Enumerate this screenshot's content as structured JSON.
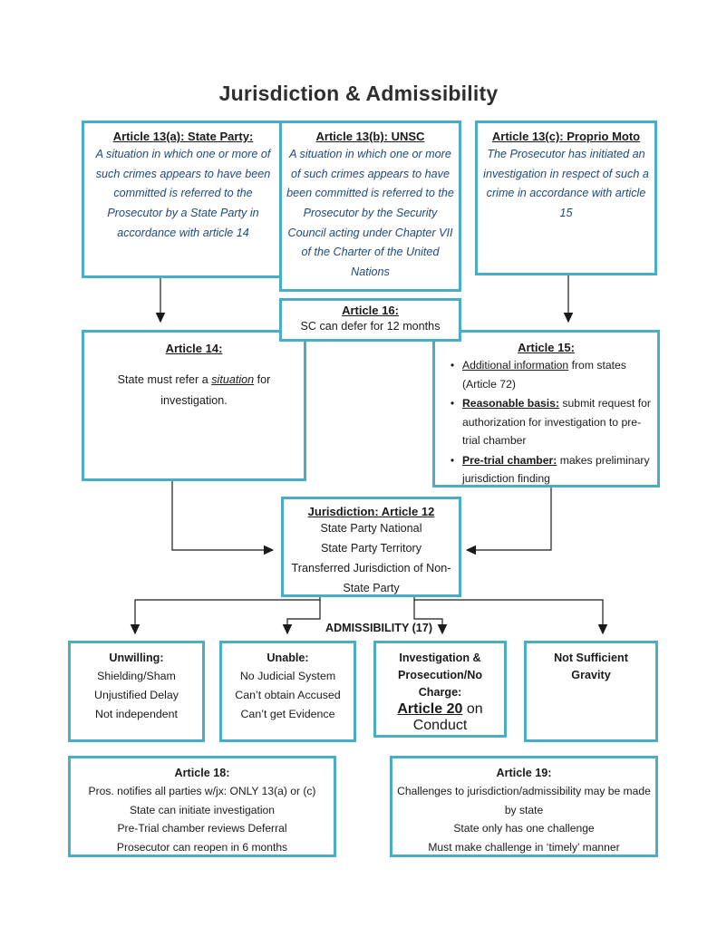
{
  "title": "Jurisdiction & Admissibility",
  "colors": {
    "accent_teal": "#4bacc6",
    "body_blue": "#1f497d",
    "line_black": "#1a1a1a"
  },
  "boxes": {
    "art13a": {
      "heading": "Article 13(a): State Party:",
      "body": "A situation in which one or more of such crimes appears to have been committed is referred to the Prosecutor by a State Party in accordance with article 14"
    },
    "art13b": {
      "heading": "Article 13(b): UNSC",
      "body": "A situation in which one or more of such crimes appears to have been committed is referred to the Prosecutor by the Security Council acting under Chapter VII of the Charter of the United Nations"
    },
    "art13c": {
      "heading": "Article 13(c): Proprio Moto",
      "body": "The  Prosecutor has initiated an investigation in respect  of such a crime in accordance with article 15"
    },
    "art16": {
      "heading": "Article 16:",
      "body": "SC can defer for 12 months"
    },
    "art14": {
      "heading": "Article 14:",
      "body_prefix": "State must refer a ",
      "body_emph": "situation",
      "body_suffix": " for investigation."
    },
    "art15": {
      "heading": "Article 15:",
      "bullets": [
        {
          "lead": "Additional information",
          "rest": " from states (Article 72)"
        },
        {
          "lead": "Reasonable basis:",
          "rest": " submit request for authorization for investigation to pre-trial chamber"
        },
        {
          "lead": "Pre-trial chamber:",
          "rest": " makes preliminary jurisdiction finding"
        }
      ]
    },
    "art12": {
      "heading": "Jurisdiction: Article 12",
      "lines": [
        "State Party National",
        "State Party Territory",
        "Transferred Jurisdiction of Non-State Party"
      ]
    },
    "admissibility_label": "ADMISSIBILITY (17)",
    "unwilling": {
      "heading": "Unwilling:",
      "lines": [
        "Shielding/Sham",
        "Unjustified Delay",
        "Not independent"
      ]
    },
    "unable": {
      "heading": "Unable:",
      "lines": [
        "No Judicial System",
        "Can’t obtain Accused",
        "Can’t get Evidence"
      ]
    },
    "inv_pros": {
      "heading": "Investigation & Prosecution/No Charge:",
      "link_text": "Article 20",
      "rest": " on Conduct"
    },
    "gravity": {
      "heading": "Not Sufficient Gravity"
    },
    "art18": {
      "heading": "Article 18:",
      "lines": [
        "Pros. notifies all parties w/jx: ONLY 13(a) or (c)",
        "State can initiate investigation",
        "Pre-Trial chamber reviews Deferral",
        "Prosecutor can reopen in 6 months"
      ]
    },
    "art19": {
      "heading": "Article 19:",
      "lines": [
        "Challenges to jurisdiction/admissibility may be made by state",
        "State only has one challenge",
        "Must make challenge in ‘timely’ manner"
      ]
    }
  }
}
